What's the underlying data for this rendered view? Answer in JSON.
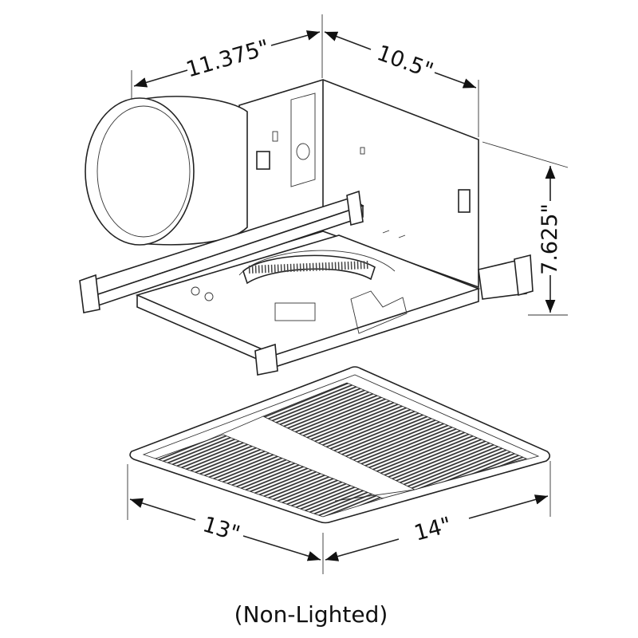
{
  "dimensions": {
    "housing_width": "11.375\"",
    "housing_depth": "10.5\"",
    "housing_height": "7.625\"",
    "grille_width": "13\"",
    "grille_depth": "14\""
  },
  "caption": "(Non-Lighted)",
  "colors": {
    "line": "#222222",
    "background": "#ffffff",
    "grille": "#3a3a3a"
  }
}
